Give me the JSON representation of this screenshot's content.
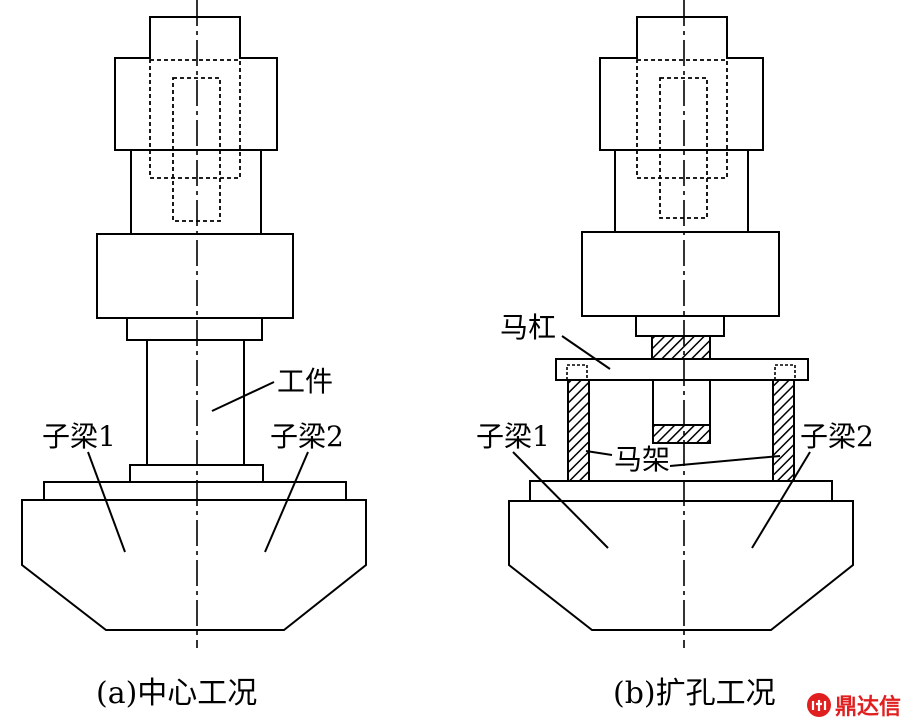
{
  "panel_a": {
    "caption": "(a)中心工况",
    "labels": {
      "workpiece": "工件",
      "sub_beam_1": "子梁1",
      "sub_beam_2": "子梁2"
    }
  },
  "panel_b": {
    "caption": "(b)扩孔工况",
    "labels": {
      "crossbar": "马杠",
      "bracket": "马架",
      "sub_beam_1": "子梁1",
      "sub_beam_2": "子梁2"
    }
  },
  "watermark": {
    "text": "鼎达信",
    "color": "#e02020"
  }
}
